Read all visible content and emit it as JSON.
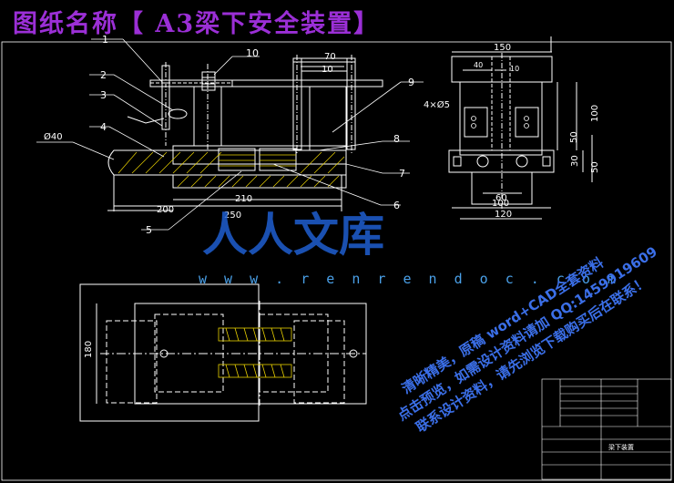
{
  "title": {
    "text": "图纸名称【 A3梁下安全装置】",
    "color": "#9b2fd6"
  },
  "part_numbers": [
    "1",
    "2",
    "3",
    "4",
    "5",
    "6",
    "7",
    "8",
    "9",
    "10"
  ],
  "dimensions": {
    "front_view": {
      "d40": "Ø40",
      "d200": "200",
      "d210": "210",
      "d250": "250",
      "d70": "70",
      "d10": "10"
    },
    "side_view": {
      "d150": "150",
      "d40": "40",
      "d10": "10",
      "hole_spec": "4×Ø5",
      "d100_vert": "100",
      "d50_a": "50",
      "d30": "30",
      "d50_b": "50",
      "d60": "60",
      "d100_horiz": "100",
      "d120": "120"
    },
    "top_view": {
      "d180": "180"
    }
  },
  "watermark": {
    "site": "w w w . r e n r e n d o c . c o m",
    "brand": "人人文库"
  },
  "promo_lines": [
    "清晰精美，原稿 word+CAD全套资料",
    "点击预览，如需设计资料请加 QQ:1459919609",
    "联系设计资料，请先浏览下载购买后在联系！"
  ],
  "title_block": {
    "part_name": "梁下装置"
  },
  "colors": {
    "background": "#000000",
    "line": "#ffffff",
    "hatch": "#e8d000",
    "accent_title": "#9b2fd6",
    "watermark_blue": "#1f5fd0",
    "dim_line": "#ffffff"
  }
}
